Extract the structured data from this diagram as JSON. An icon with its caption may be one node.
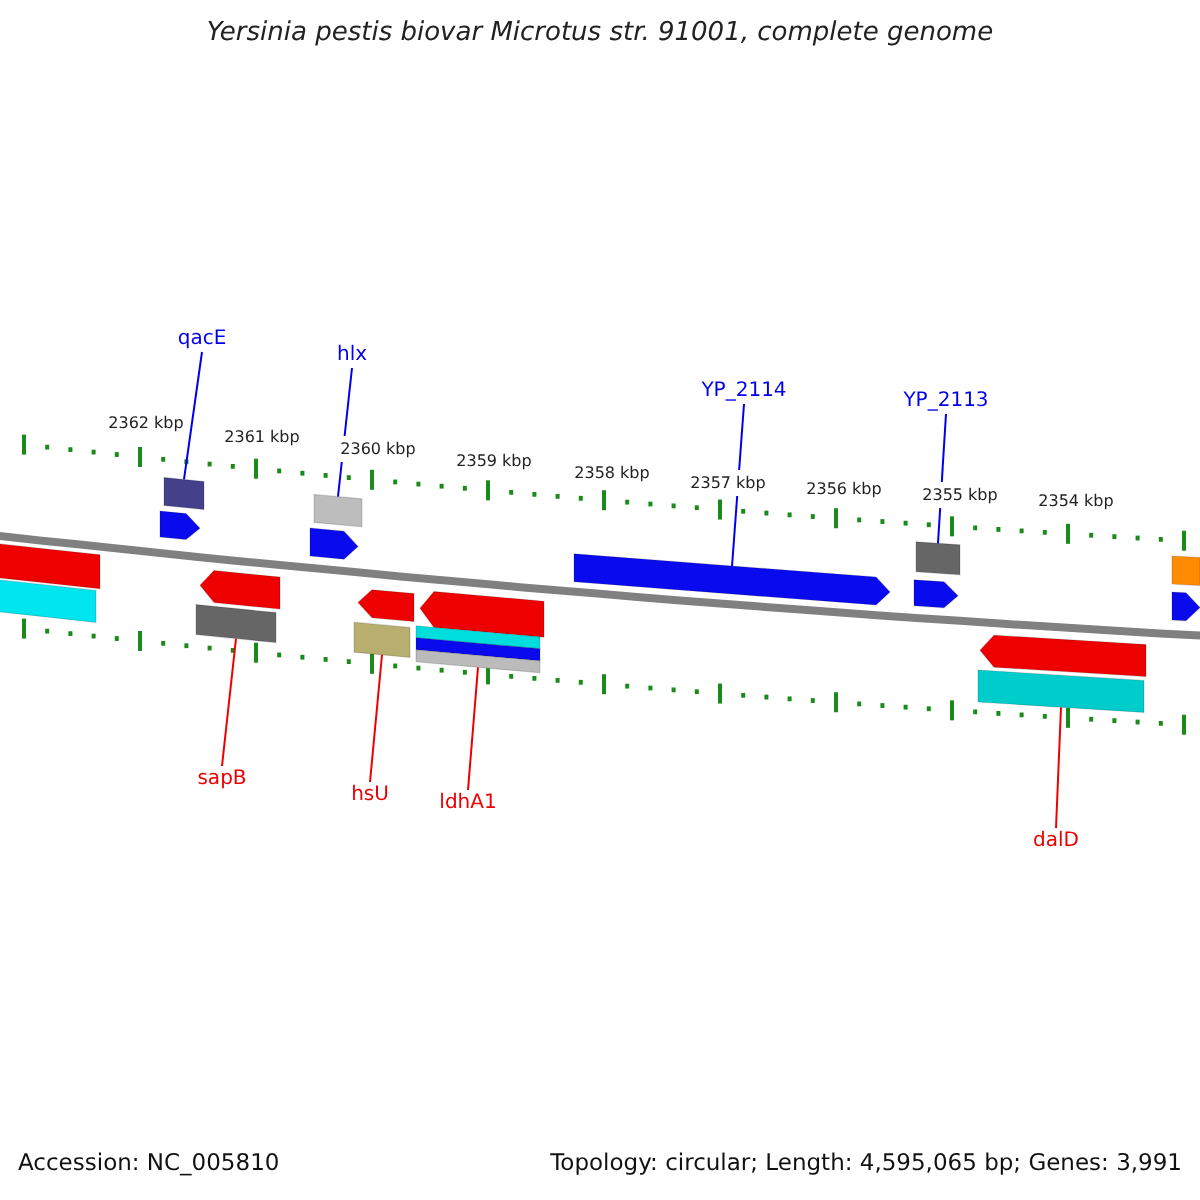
{
  "diagram": {
    "title": "Yersinia pestis biovar Microtus str. 91001, complete genome",
    "nodes": [
      {
        "text": [
          "qacE"
        ]
      },
      {
        "text": [],
        "shape": "box"
      },
      {
        "text": [
          "hlx"
        ]
      },
      {
        "text": [],
        "shape": "box"
      },
      {
        "text": [
          "YP_2114"
        ]
      },
      {
        "text": [],
        "shape": "bar"
      },
      {
        "text": [
          "YP_2113"
        ]
      },
      {
        "text": [],
        "shape": "box"
      },
      {
        "text": [
          "sapB"
        ]
      },
      {
        "text": [],
        "shape": "box"
      },
      {
        "text": [
          "hsU"
        ]
      },
      {
        "text": [],
        "shape": "box"
      },
      {
        "text": [
          "ldhA1"
        ]
      },
      {
        "text": [],
        "shape": "box"
      },
      {
        "text": [
          "dalD"
        ]
      },
      {
        "text": [],
        "shape": "box"
      }
    ],
    "edges": [
      {
        "from": 0,
        "to": 1,
        "arrow": "none"
      },
      {
        "from": 2,
        "to": 3,
        "arrow": "none"
      },
      {
        "from": 4,
        "to": 5,
        "arrow": "none"
      },
      {
        "from": 6,
        "to": 7,
        "arrow": "none"
      },
      {
        "from": 8,
        "to": 9,
        "arrow": "none",
        "color": "#ee0000"
      },
      {
        "from": 10,
        "to": 11,
        "arrow": "none",
        "color": "#ee0000"
      },
      {
        "from": 12,
        "to": 13,
        "arrow": "none",
        "color": "#ee0000"
      },
      {
        "from": 14,
        "to": 15,
        "arrow": "none",
        "color": "#ee0000"
      }
    ],
    "labels": [
      "2362 kbp",
      "2361 kbp",
      "2360 kbp",
      "2359 kbp",
      "2358 kbp",
      "2357 kbp",
      "2356 kbp",
      "2355 kbp",
      "2354 kbp",
      "Accession: NC_005810",
      "Topology: circular; Length: 4,595,065 bp; Genes: 3,991"
    ]
  }
}
